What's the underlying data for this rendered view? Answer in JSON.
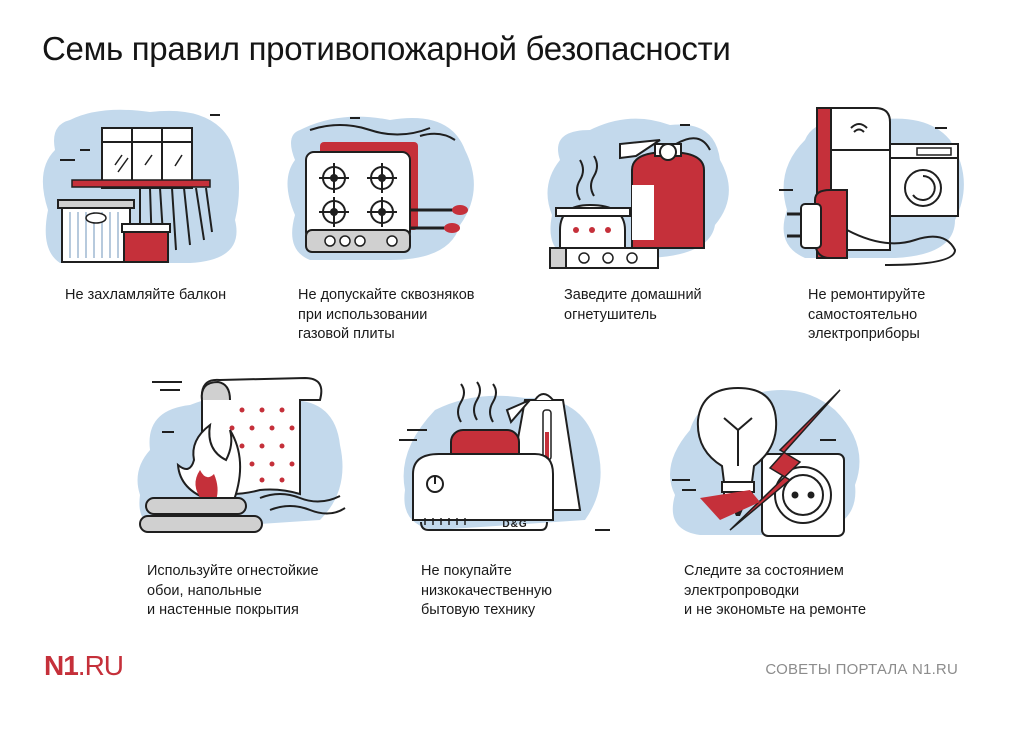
{
  "title": "Семь правил противопожарной безопасности",
  "colors": {
    "accent": "#c5303a",
    "sky": "#c3d9ec",
    "line": "#1f1f1f",
    "footer": "#8c8c8c"
  },
  "rules": [
    {
      "icon": "balcony-icon",
      "lines": [
        "Не захламляйте балкон"
      ]
    },
    {
      "icon": "gas-stove-icon",
      "lines": [
        "Не допускайте сквозняков",
        "при использовании",
        "газовой плиты"
      ]
    },
    {
      "icon": "fire-extinguisher-icon",
      "lines": [
        "Заведите домашний",
        "огнетушитель"
      ]
    },
    {
      "icon": "appliances-plug-icon",
      "lines": [
        "Не ремонтируйте",
        "самостоятельно",
        "электроприборы"
      ]
    },
    {
      "icon": "burning-wallpaper-icon",
      "lines": [
        "Используйте огнестойкие",
        "обои, напольные",
        "и настенные покрытия"
      ]
    },
    {
      "icon": "toaster-kettle-icon",
      "toaster_label": "D&G",
      "lines": [
        "Не покупайте",
        "низкокачественную",
        "бытовую технику"
      ]
    },
    {
      "icon": "bulb-socket-lightning-icon",
      "lines": [
        "Следите за состоянием",
        "электропроводки",
        "и не экономьте на ремонте"
      ]
    }
  ],
  "logo": {
    "brand": "N1",
    "tld": ".RU"
  },
  "footer_note": "СОВЕТЫ ПОРТАЛА N1.RU"
}
